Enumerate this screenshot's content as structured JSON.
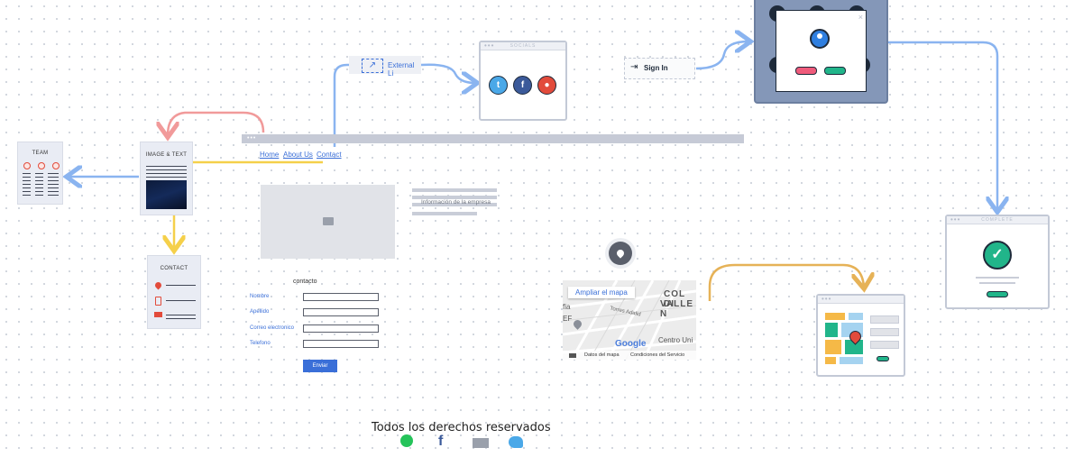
{
  "nav": {
    "home": "Home",
    "about": "About Us",
    "contact": "Contact"
  },
  "team_card": {
    "title": "TEAM"
  },
  "image_text_card": {
    "title": "IMAGE & TEXT"
  },
  "contact_card": {
    "title": "CONTACT"
  },
  "external_link": {
    "label": "External Li"
  },
  "socials_window": {
    "title": "SOCIALS"
  },
  "sign_in": {
    "label": "Sign In"
  },
  "complete_window": {
    "title": "COMPLETE"
  },
  "company_info": {
    "text": "Información de la empresa"
  },
  "form": {
    "title": "contacto",
    "fields": [
      "Nombre",
      "Apellido",
      "Correo electronico",
      "Telefono"
    ],
    "submit": "Enviar"
  },
  "map": {
    "expand": "Ampliar el mapa",
    "district_line1": "COL DI",
    "district_line2": "VALLE N",
    "street": "Torres Adalid",
    "area": "Centro Uni",
    "left_text": "fia",
    "left_text2": "EF",
    "brand": "Google",
    "data_label": "Datos del mapa",
    "terms": "Condiciones del Servicio"
  },
  "footer": {
    "text": "Todos los derechos reservados"
  },
  "colors": {
    "blue_connector": "#8ab4f0",
    "red_connector": "#f19a9a",
    "yellow_connector": "#f5d04a",
    "orange_connector": "#e6b257",
    "accent_blue": "#3a6fd8",
    "modal_bg": "#8497b8"
  }
}
